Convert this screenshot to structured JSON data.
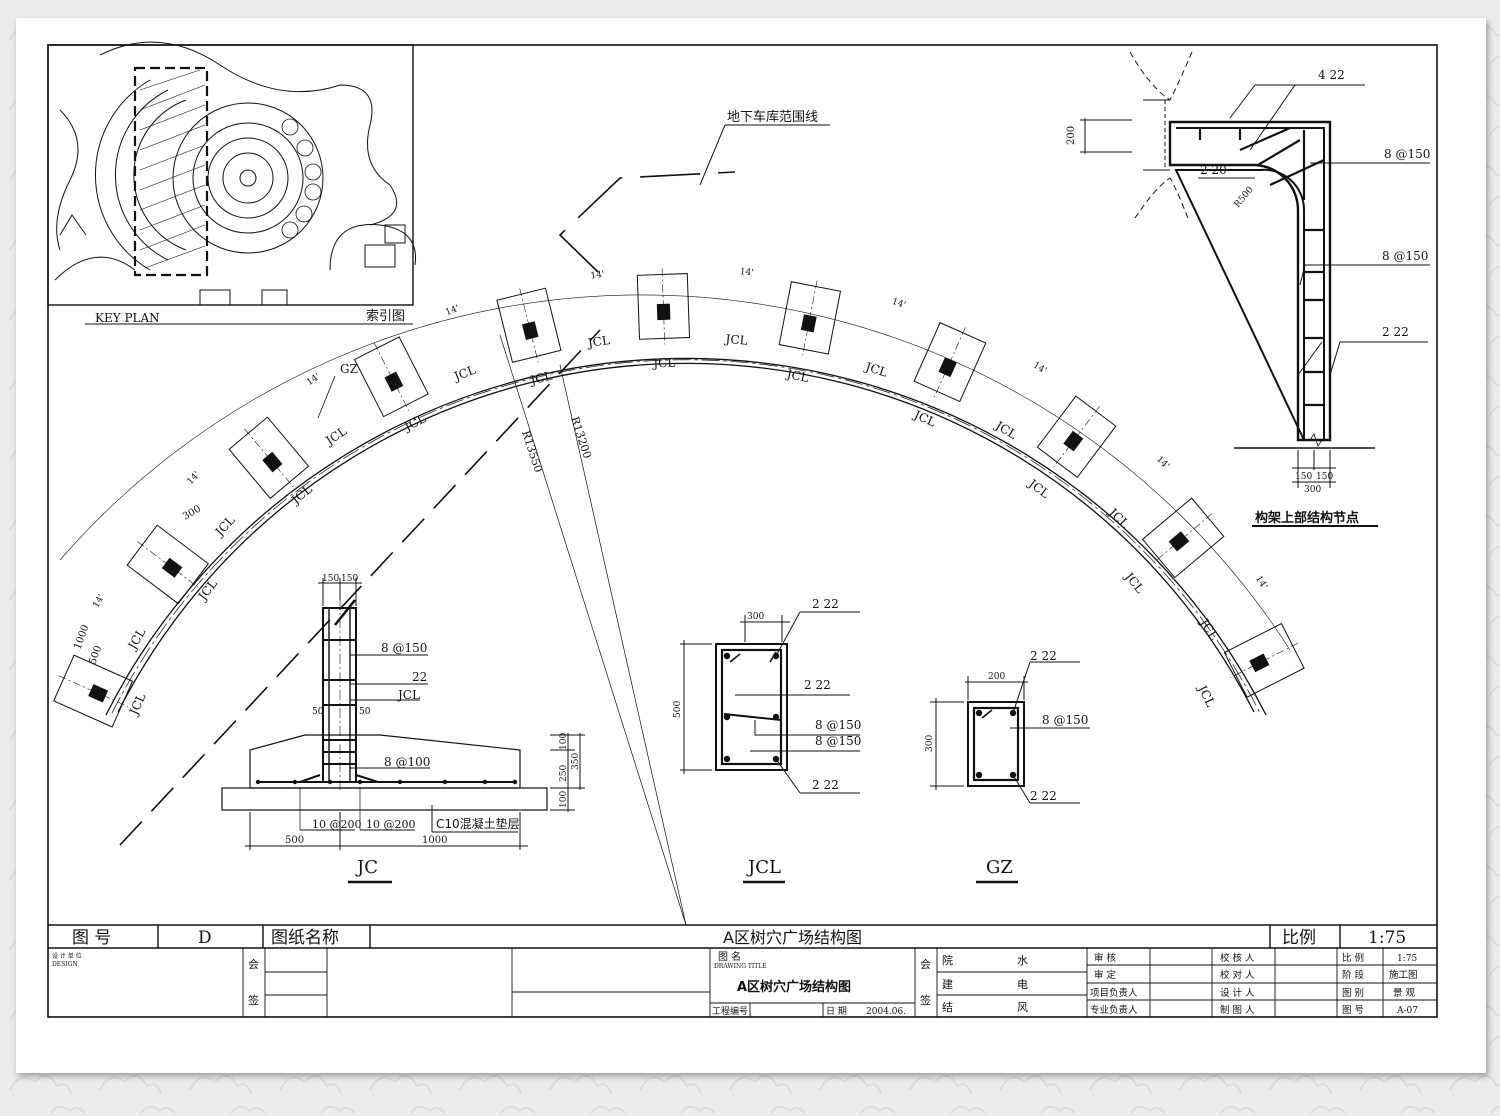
{
  "key_plan": {
    "label_en": "KEY PLAN",
    "label_cn": "索引图"
  },
  "plan": {
    "garage_line_label": "地下车库范围线",
    "spacing_label": "14'",
    "pier_label": "JCL",
    "column_label": "GZ",
    "radius_outer": "R13550",
    "radius_inner": "R13200",
    "dim_1000": "1000",
    "dim_500": "500",
    "dim_300": "300"
  },
  "frame_detail": {
    "title": "构架上部结构节点",
    "bars_top": "4  22",
    "bars_corner": "2  20",
    "stirrup_1": "8 @150",
    "stirrup_2": "8 @150",
    "bars_side": "2  22",
    "radius": "R500",
    "dim_200": "200",
    "dim_150a": "150",
    "dim_150b": "150",
    "dim_300": "300"
  },
  "jc_detail": {
    "title": "JC",
    "dim_top_a": "150",
    "dim_top_b": "150",
    "stirrup": "8 @150",
    "bar": "22",
    "member": "JCL",
    "dim_50a": "50",
    "dim_50b": "50",
    "stirrup_base": "8 @100",
    "mesh_a": "10 @200",
    "mesh_b": "10 @200",
    "bedding": "C10混凝土垫层",
    "dim_500": "500",
    "dim_1000": "1000",
    "dim_100a": "100",
    "dim_250": "250",
    "dim_100b": "100",
    "dim_350": "350"
  },
  "jcl_section": {
    "title": "JCL",
    "dim_w": "300",
    "dim_h": "500",
    "bars_top": "2  22",
    "bars_mid": "2  22",
    "stirrup_a": "8 @150",
    "stirrup_b": "8 @150",
    "bars_bottom": "2  22"
  },
  "gz_section": {
    "title": "GZ",
    "dim_w": "200",
    "dim_h": "300",
    "bars_top": "2  22",
    "stirrup": "8 @150",
    "bars_bottom": "2  22"
  },
  "title_bar": {
    "label_no": "图    号",
    "value_no": "D",
    "label_name": "图纸名称",
    "drawing_name": "A区树穴广场结构图",
    "label_scale": "比例",
    "value_scale": "1:75"
  },
  "title_block": {
    "design_unit": "设 计 单 位",
    "design_en": "DESIGN",
    "hui": "会",
    "qian": "签",
    "tu_ming": "图    名",
    "drawing_title_en": "DRAWING TITLE",
    "drawing_name": "A区树穴广场结构图",
    "project_no": "工程编号",
    "date_label": "日  期",
    "date_value": "2004.06.",
    "hui2": "会",
    "qian2": "签",
    "yuan": "院",
    "jian": "建",
    "jie": "结",
    "shui": "水",
    "dian": "电",
    "feng": "风",
    "shen_he": "审      核",
    "shen_ding": "审      定",
    "proj_lead": "项目负责人",
    "pro_lead": "专业负责人",
    "jiao_he": "校 核 人",
    "jiao_dui": "校 对 人",
    "she_ji": "设 计 人",
    "zhi_tu": "制 图 人",
    "bili_label": "比  例",
    "bili_value": "1:75",
    "jieduan_label": "阶  段",
    "jieduan_value": "施工图",
    "tubie_label": "图  别",
    "tubie_value": "景 观",
    "tuhao_label": "图  号",
    "tuhao_value": "A-07"
  }
}
